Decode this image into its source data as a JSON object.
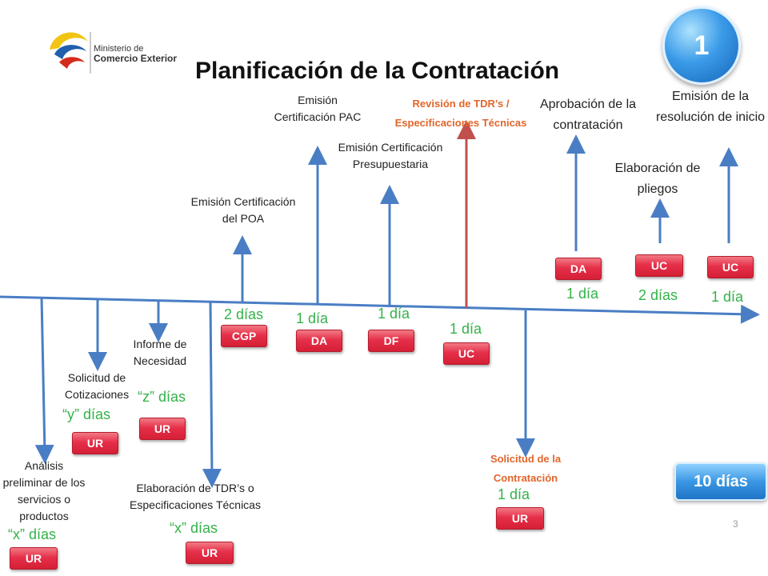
{
  "header": {
    "title": "Planificación de la Contratación",
    "logo_line1": "Ministerio de",
    "logo_line2": "Comercio Exterior",
    "step_number": "1",
    "page_number": "3",
    "total_label": "10 días"
  },
  "colors": {
    "arrow_blue": "#4a7ec4",
    "arrow_red": "#c0504d",
    "box_red": "#e6304a",
    "duration_green": "#33b249",
    "orange_text": "#e2652a",
    "badge_blue": "#3a97e3"
  },
  "steps": {
    "analisis": {
      "label": "Análisis preliminar de los servicios o productos",
      "duration": "“x” días",
      "unit": "UR"
    },
    "cotizaciones": {
      "label": "Solicitud de Cotizaciones",
      "duration": "“y” días",
      "unit": "UR"
    },
    "necesidad": {
      "label": "Informe de Necesidad",
      "duration": "“z” días",
      "unit": "UR"
    },
    "tdr": {
      "label": "Elaboración de TDR’s o Especificaciones Técnicas",
      "duration": "“x” días",
      "unit": "UR"
    },
    "poa": {
      "label": "Emisión Certificación del POA",
      "duration": "2 días",
      "unit": "CGP"
    },
    "pac": {
      "label": "Emisión Certificación PAC",
      "duration": "1 día",
      "unit": "DA"
    },
    "presupuestaria": {
      "label": "Emisión Certificación Presupuestaria",
      "duration": "1 día",
      "unit": "DF"
    },
    "revision": {
      "label": "Revisión de TDR’s / Especificaciones Técnicas",
      "duration": "1 día",
      "unit": "UC"
    },
    "solicitud": {
      "label": "Solicitud de la Contratación",
      "duration": "1 día",
      "unit": "UR"
    },
    "aprobacion": {
      "label": "Aprobación de la contratación",
      "duration": "1 día",
      "unit": "DA"
    },
    "pliegos": {
      "label": "Elaboración de pliegos",
      "duration": "2 días",
      "unit": "UC"
    },
    "resolucion": {
      "label": "Emisión de la resolución de inicio",
      "duration": "1 día",
      "unit": "UC"
    }
  }
}
